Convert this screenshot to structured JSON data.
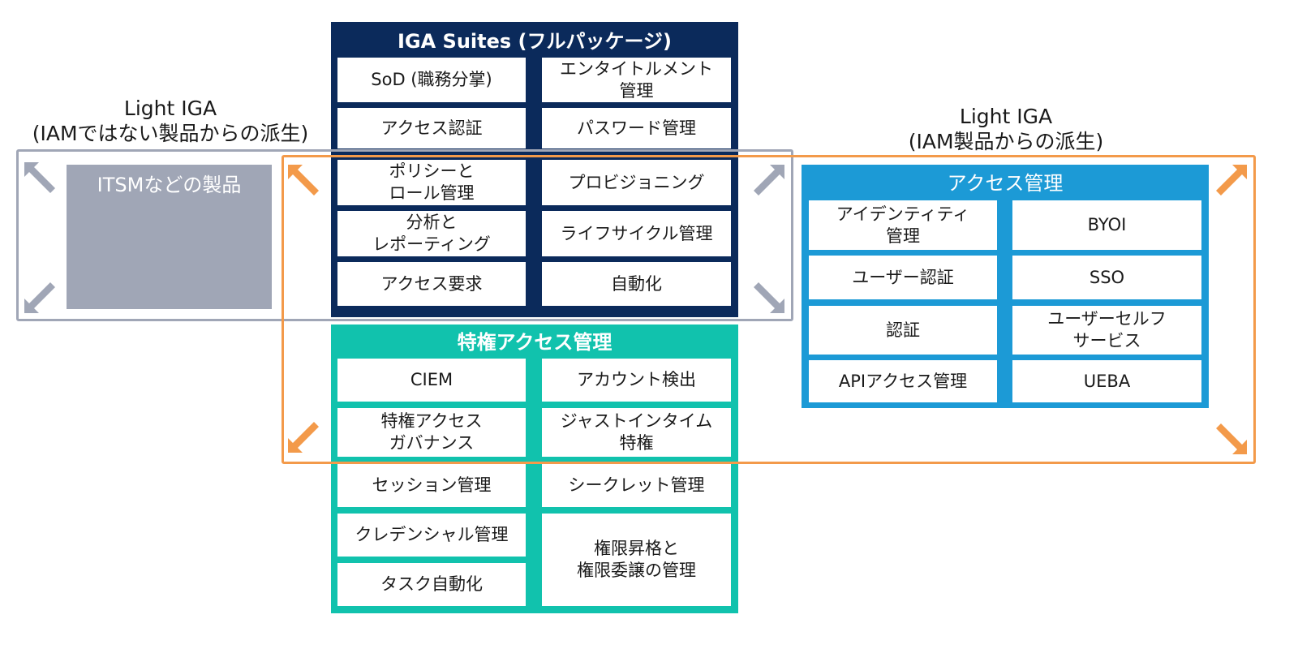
{
  "colors": {
    "iga_navy": "#0b2a5b",
    "pam_teal": "#11c2ad",
    "access_blue": "#1c9ad6",
    "light_iga_gray": "#a0a6b6",
    "light_iga_orange": "#f39a4a",
    "itsm_gray": "#a0a6b6"
  },
  "iga_suites": {
    "title": "IGA Suites (フルパッケージ)",
    "cells": [
      "SoD (職務分掌)",
      "エンタイトルメント\n管理",
      "アクセス認証",
      "パスワード管理",
      "ポリシーと\nロール管理",
      "プロビジョニング",
      "分析と\nレポーティング",
      "ライフサイクル管理",
      "アクセス要求",
      "自動化"
    ]
  },
  "pam": {
    "title": "特権アクセス管理",
    "cells": [
      "CIEM",
      "アカウント検出",
      "特権アクセス\nガバナンス",
      "ジャストインタイム\n特権",
      "セッション管理",
      "シークレット管理",
      "クレデンシャル管理",
      "タスク自動化",
      "権限昇格と\n権限委譲の管理"
    ]
  },
  "access_management": {
    "title": "アクセス管理",
    "cells": [
      "アイデンティティ\n管理",
      "BYOI",
      "ユーザー認証",
      "SSO",
      "認証",
      "ユーザーセルフ\nサービス",
      "APIアクセス管理",
      "UEBA"
    ]
  },
  "light_iga_non_iam": {
    "label": "Light IGA\n(IAMではない製品からの派生)",
    "product": "ITSMなどの製品"
  },
  "light_iga_iam": {
    "label": "Light IGA\n(IAM製品からの派生)"
  },
  "icons": [
    "diagonal-arrow-icon"
  ]
}
